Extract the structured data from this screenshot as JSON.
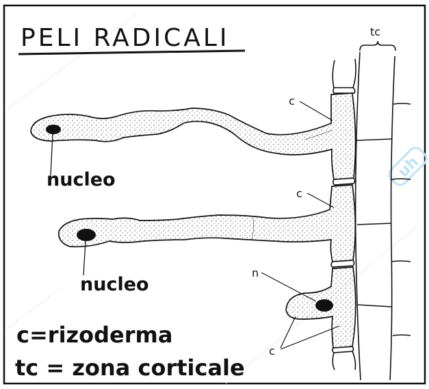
{
  "title": "PELI RADICALI",
  "labels": {
    "tc": "tc",
    "c_top": "c",
    "c_mid": "c",
    "n": "n",
    "c_bottom": "c",
    "nucleo_1": "nucleo",
    "nucleo_2": "nucleo"
  },
  "legend": {
    "c": "c=rizoderma",
    "tc": "tc = zona corticale"
  },
  "colors": {
    "ink": "#111111",
    "paper": "#ffffff",
    "stipple": "#555555",
    "watermark": "#9fd3ee"
  }
}
